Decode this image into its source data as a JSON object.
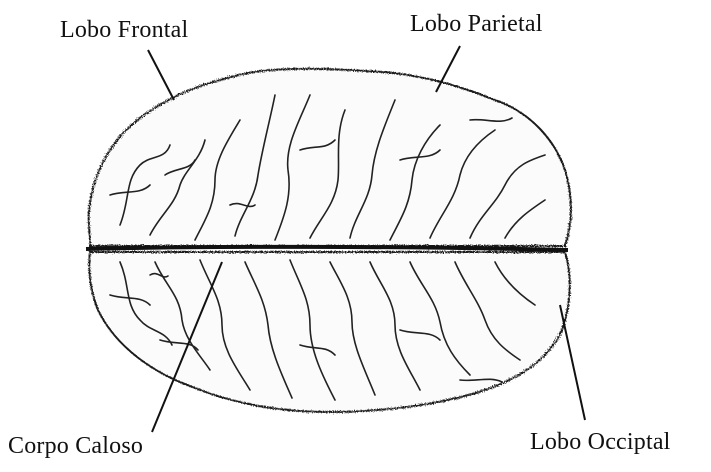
{
  "labels": {
    "frontal": "Lobo Frontal",
    "parietal": "Lobo Parietal",
    "corpo_caloso": "Corpo Caloso",
    "occipital": "Lobo Occiptal"
  }
}
